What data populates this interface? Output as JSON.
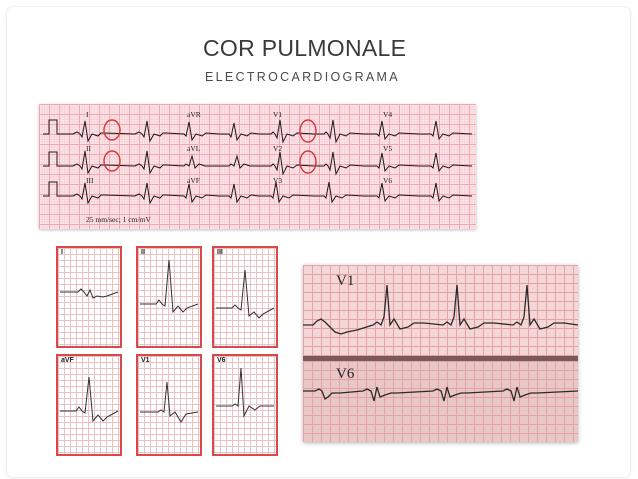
{
  "slide": {
    "title": "COR PULMONALE",
    "subtitle": "ELECTROCARDIOGRAMA"
  },
  "ecg_12_lead": {
    "row1": [
      "I",
      "aVR",
      "V1",
      "V4"
    ],
    "row2": [
      "II",
      "aVL",
      "V2",
      "V5"
    ],
    "row3": [
      "III",
      "aVF",
      "V3",
      "V6"
    ],
    "calibration": "25 mm/sec; 1 cm/mV",
    "highlight_color": "#d9343a"
  },
  "lead_cards": [
    {
      "label": "I"
    },
    {
      "label": "II"
    },
    {
      "label": "III"
    },
    {
      "label": "aVF"
    },
    {
      "label": "V1"
    },
    {
      "label": "V6"
    }
  ],
  "rhythm_strips": {
    "top": "V1",
    "bottom": "V6"
  },
  "colors": {
    "title_text": "#3a3a3a",
    "card_border": "#d84a4a",
    "grid_pink": "#f0a7b2"
  }
}
